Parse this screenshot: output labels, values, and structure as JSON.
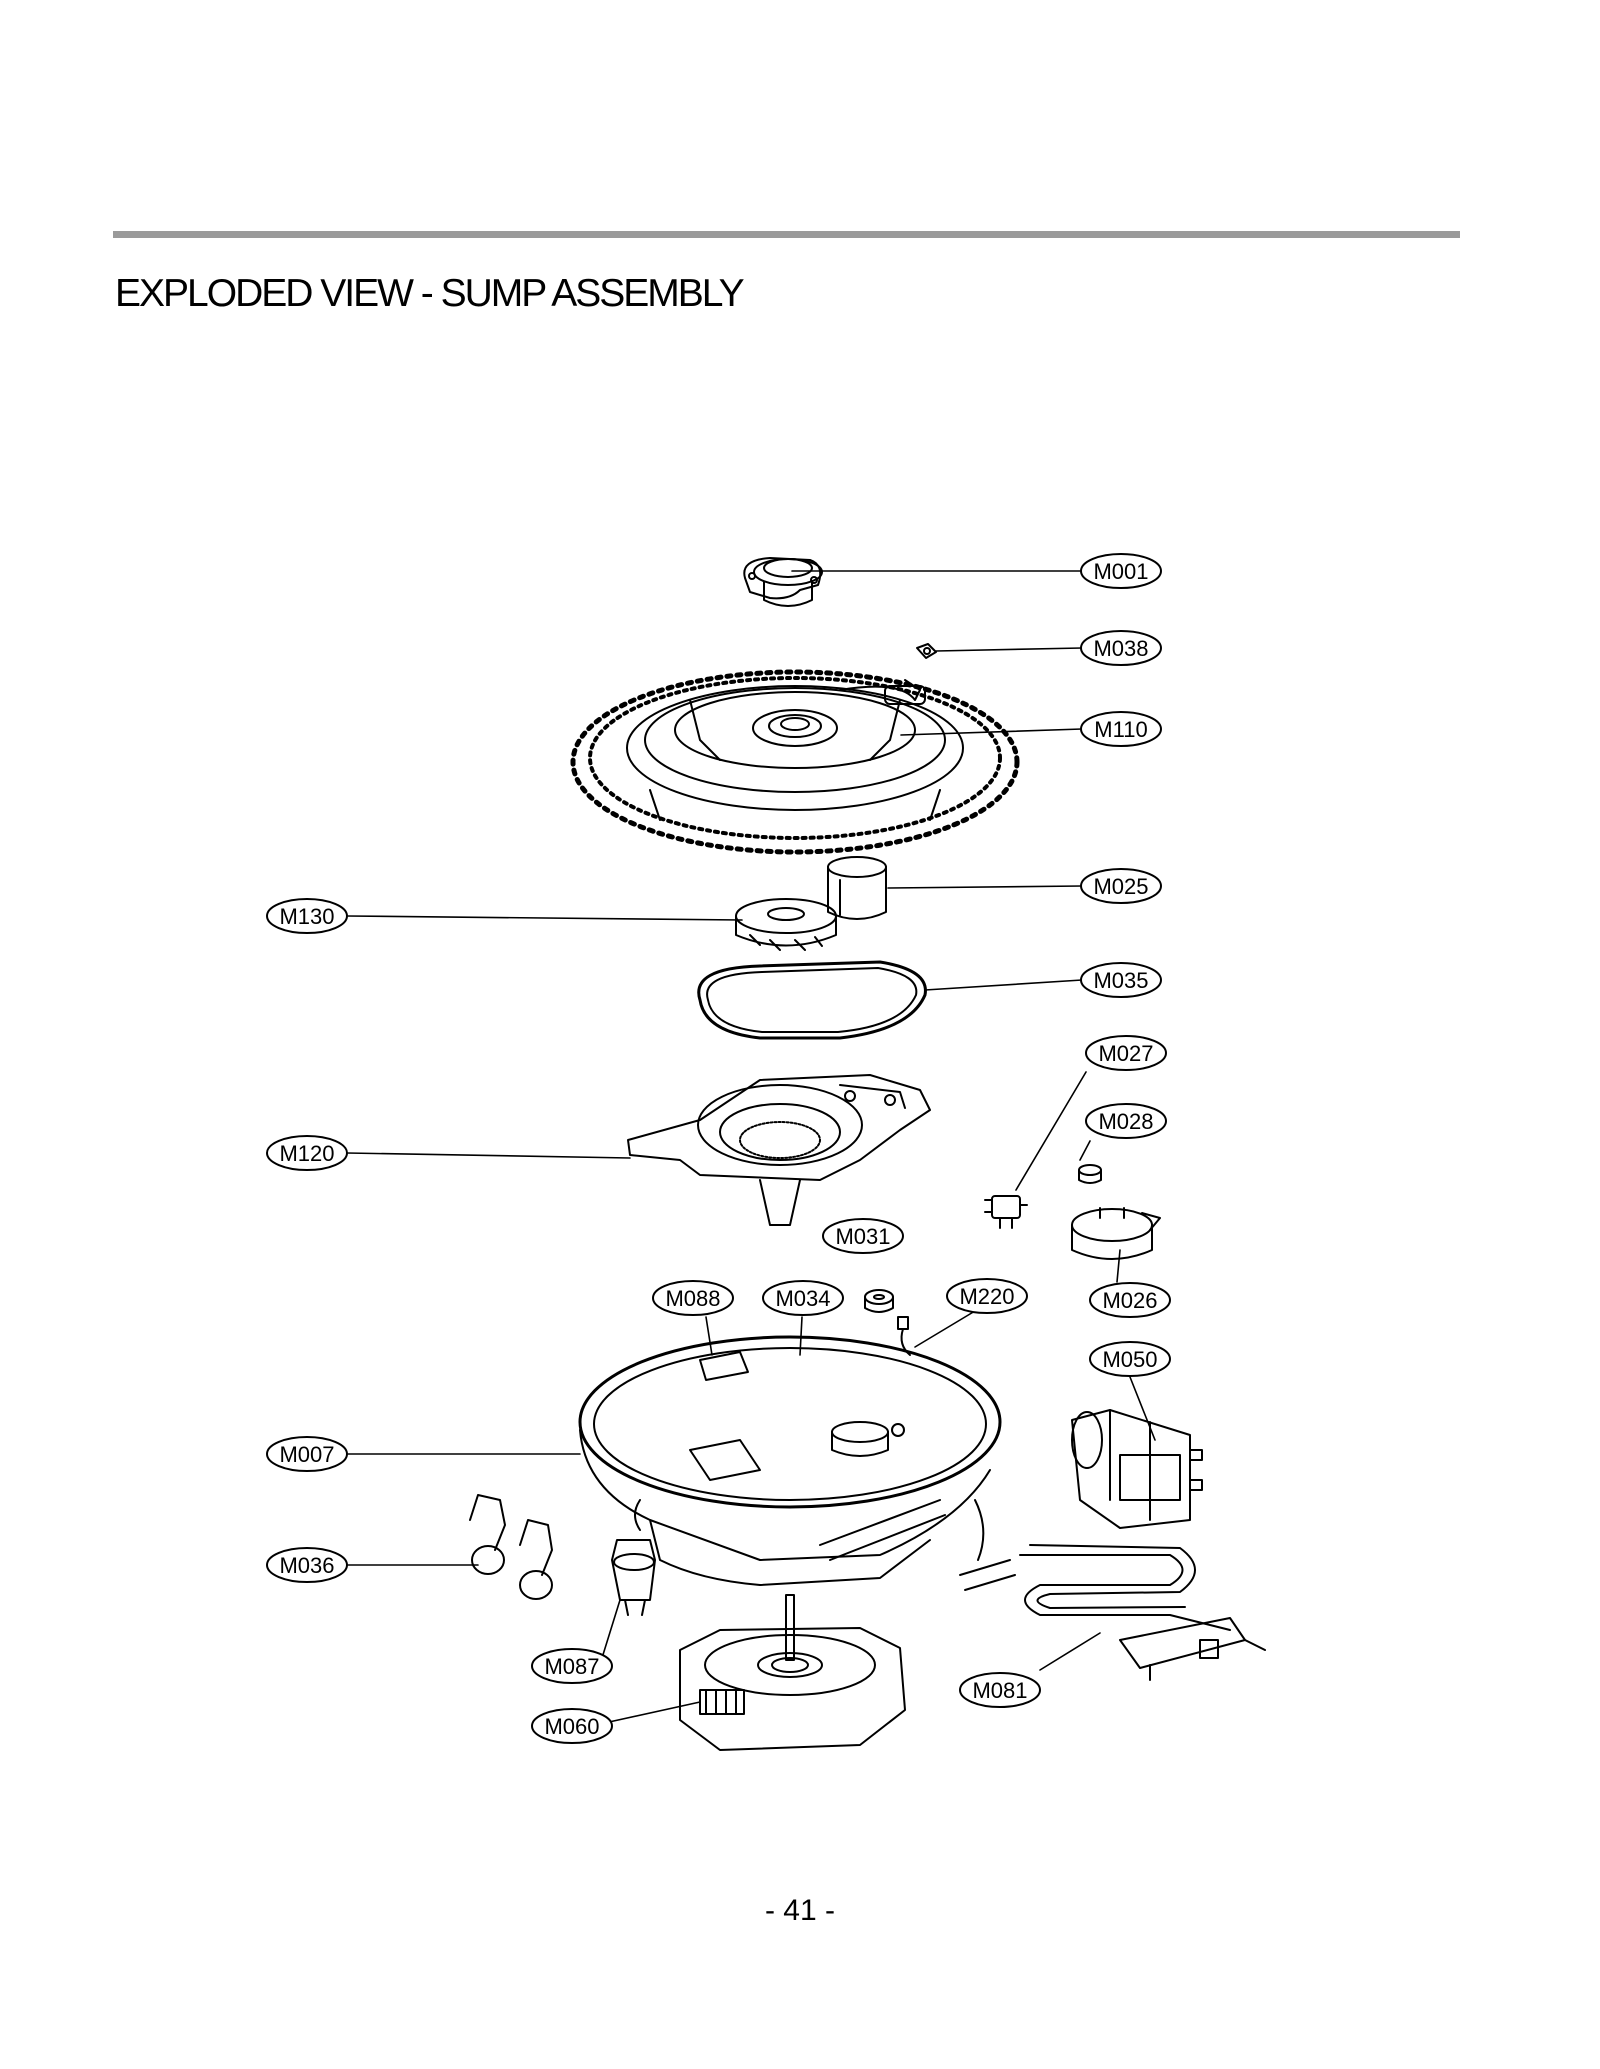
{
  "document": {
    "title": "EXPLODED VIEW - SUMP ASSEMBLY",
    "page_number": "- 41 -"
  },
  "callouts": [
    {
      "id": "m001",
      "label": "M001"
    },
    {
      "id": "m038",
      "label": "M038"
    },
    {
      "id": "m110",
      "label": "M110"
    },
    {
      "id": "m025",
      "label": "M025"
    },
    {
      "id": "m130",
      "label": "M130"
    },
    {
      "id": "m035",
      "label": "M035"
    },
    {
      "id": "m027",
      "label": "M027"
    },
    {
      "id": "m028",
      "label": "M028"
    },
    {
      "id": "m120",
      "label": "M120"
    },
    {
      "id": "m031",
      "label": "M031"
    },
    {
      "id": "m088",
      "label": "M088"
    },
    {
      "id": "m034",
      "label": "M034"
    },
    {
      "id": "m220",
      "label": "M220"
    },
    {
      "id": "m026",
      "label": "M026"
    },
    {
      "id": "m050",
      "label": "M050"
    },
    {
      "id": "m007",
      "label": "M007"
    },
    {
      "id": "m036",
      "label": "M036"
    },
    {
      "id": "m087",
      "label": "M087"
    },
    {
      "id": "m081",
      "label": "M081"
    },
    {
      "id": "m060",
      "label": "M060"
    }
  ]
}
